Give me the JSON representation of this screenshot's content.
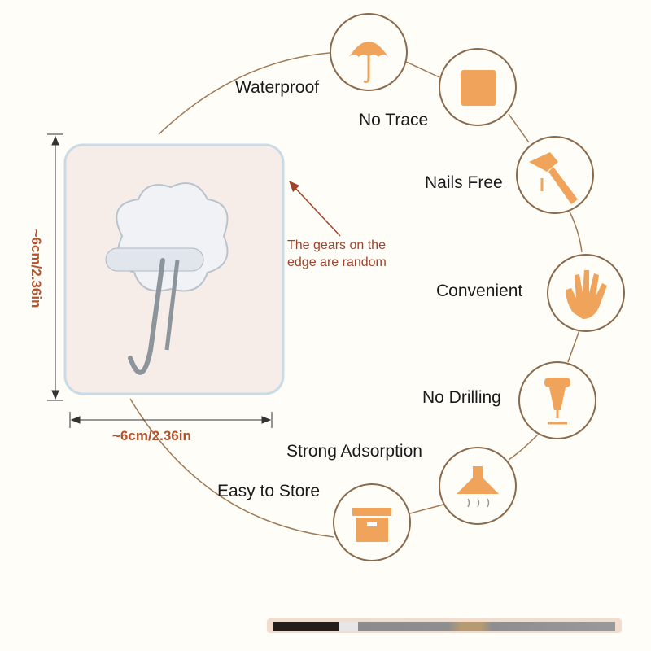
{
  "features": [
    {
      "label": "Waterproof",
      "icon": "umbrella-icon"
    },
    {
      "label": "No Trace",
      "icon": "square-pad-icon"
    },
    {
      "label": "Nails Free",
      "icon": "hammer-icon"
    },
    {
      "label": "Convenient",
      "icon": "hand-icon"
    },
    {
      "label": "No Drilling",
      "icon": "drill-icon"
    },
    {
      "label": "Strong Adsorption",
      "icon": "suction-icon"
    },
    {
      "label": "Easy to Store",
      "icon": "box-icon"
    }
  ],
  "note": {
    "line1": "The gears on the",
    "line2": "edge are random"
  },
  "dimensions": {
    "height": "~6cm/2.36in",
    "width": "~6cm/2.36in"
  },
  "colors": {
    "accent": "#f0a35a",
    "line": "#a07a55",
    "note": "#a0432a"
  }
}
